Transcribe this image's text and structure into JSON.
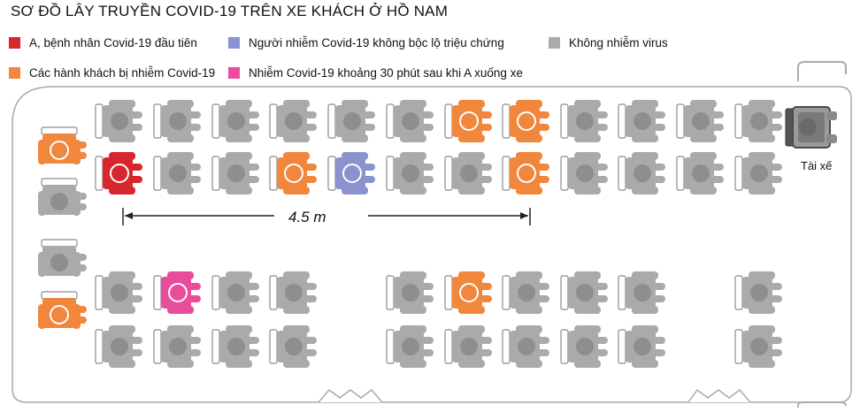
{
  "title": "SƠ ĐỒ LÂY TRUYỀN COVID-19 TRÊN XE KHÁCH Ở HỒ NAM",
  "colors": {
    "first_patient": "#d7262e",
    "infected": "#f0873c",
    "asymptomatic": "#8b93cf",
    "after_exit": "#e84c9a",
    "not_infected": "#aaaaaa"
  },
  "legend": [
    {
      "key": "first_patient",
      "label": "A, bệnh nhân Covid-19 đầu tiên"
    },
    {
      "key": "asymptomatic",
      "label": "Người nhiễm Covid-19 không bộc lộ triệu chứng"
    },
    {
      "key": "not_infected",
      "label": "Không nhiễm virus"
    },
    {
      "key": "infected",
      "label": "Các hành khách bị nhiễm Covid-19"
    },
    {
      "key": "after_exit",
      "label": "Nhiễm Covid-19 khoảng 30 phút sau khi A xuống xe"
    }
  ],
  "driver_label": "Tài xế",
  "distance_label": "4.5 m",
  "seat_rows": {
    "row1": [
      "not_infected",
      "not_infected",
      "not_infected",
      "not_infected",
      "not_infected",
      "not_infected",
      "infected",
      "infected",
      "not_infected",
      "not_infected",
      "not_infected",
      "not_infected"
    ],
    "row2": [
      "first_patient",
      "not_infected",
      "not_infected",
      "infected",
      "asymptomatic",
      "not_infected",
      "not_infected",
      "infected",
      "not_infected",
      "not_infected",
      "not_infected",
      "not_infected"
    ],
    "row3": [
      "not_infected",
      "after_exit",
      "not_infected",
      "not_infected",
      null,
      "not_infected",
      "infected",
      "not_infected",
      "not_infected",
      "not_infected",
      null,
      "not_infected"
    ],
    "row4": [
      "not_infected",
      "not_infected",
      "not_infected",
      "not_infected",
      null,
      "not_infected",
      "not_infected",
      "not_infected",
      "not_infected",
      "not_infected",
      null,
      "not_infected"
    ]
  },
  "rear_seats": [
    "infected",
    "not_infected",
    "not_infected",
    "infected"
  ]
}
